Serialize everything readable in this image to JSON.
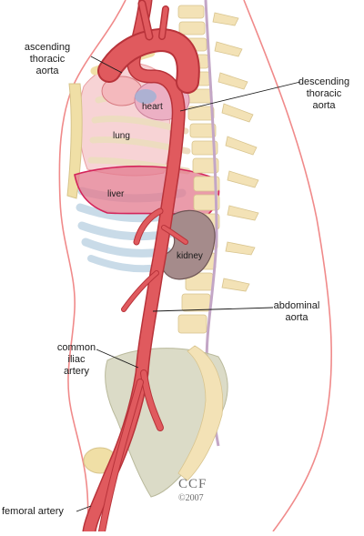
{
  "labels": {
    "ascending_thoracic_aorta": "ascending\nthoracic\naorta",
    "descending_thoracic_aorta": "descending\nthoracic\naorta",
    "abdominal_aorta": "abdominal\naorta",
    "common_iliac_artery": "common\niliac\nartery",
    "femoral_artery": "femoral artery"
  },
  "organs": {
    "heart": "heart",
    "lung": "lung",
    "liver": "liver",
    "kidney": "kidney"
  },
  "credit": {
    "logo": "CCF",
    "year": "©2007"
  },
  "colors": {
    "aorta": "#e05a5e",
    "aorta_dark": "#b8333a",
    "body_outline": "#f08a8a",
    "spine": "#f3e2b6",
    "bone": "#f2e7c4",
    "lung": "#f5c9cc",
    "liver": "#d4245a",
    "kidney": "#9c8585",
    "rib_blue": "#c9dbe8",
    "pelvis": "#cfcfb4"
  }
}
